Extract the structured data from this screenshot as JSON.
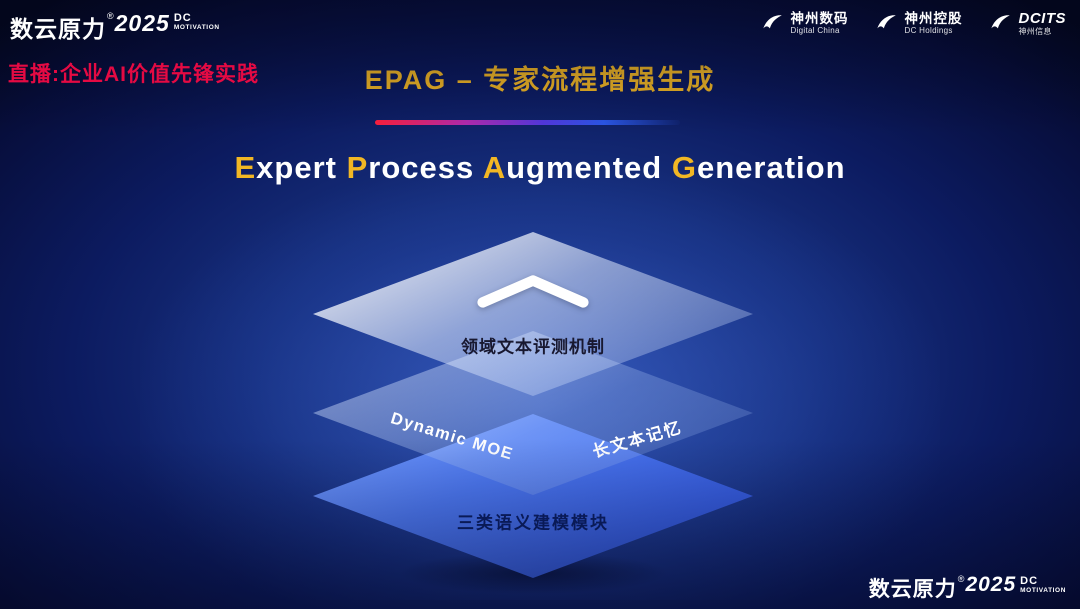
{
  "brand": {
    "name": "数云原力",
    "reg": "®",
    "year": "2025",
    "dc": "DC",
    "motivation": "MOTIVATION"
  },
  "header": {
    "live_label": "直播:企业AI价值先锋实践",
    "title_cn": "EPAG – 专家流程增强生成",
    "title_en": {
      "e": "E",
      "xpert": "xpert ",
      "p": "P",
      "rocess": "rocess ",
      "a": "A",
      "ugmented": "ugmented ",
      "g": "G",
      "eneration": "eneration"
    }
  },
  "partner_logos": [
    {
      "name": "神州数码",
      "sub": "Digital China"
    },
    {
      "name": "神州控股",
      "sub": "DC Holdings"
    },
    {
      "name": "DCITS",
      "sub": "神州信息"
    }
  ],
  "diagram": {
    "top_layer_label": "领域文本评测机制",
    "middle_left_label": "Dynamic MOE",
    "middle_right_label": "长文本记忆",
    "bottom_layer_label": "三类语义建模模块"
  },
  "footer": {
    "name": "数云原力",
    "reg": "®",
    "year": "2025",
    "dc": "DC",
    "motivation": "MOTIVATION"
  },
  "colors": {
    "gold": "#f2b724",
    "live_red": "#e50a43",
    "layer_blue": "#4d79f3",
    "bg_navy": "#0c1b60"
  }
}
